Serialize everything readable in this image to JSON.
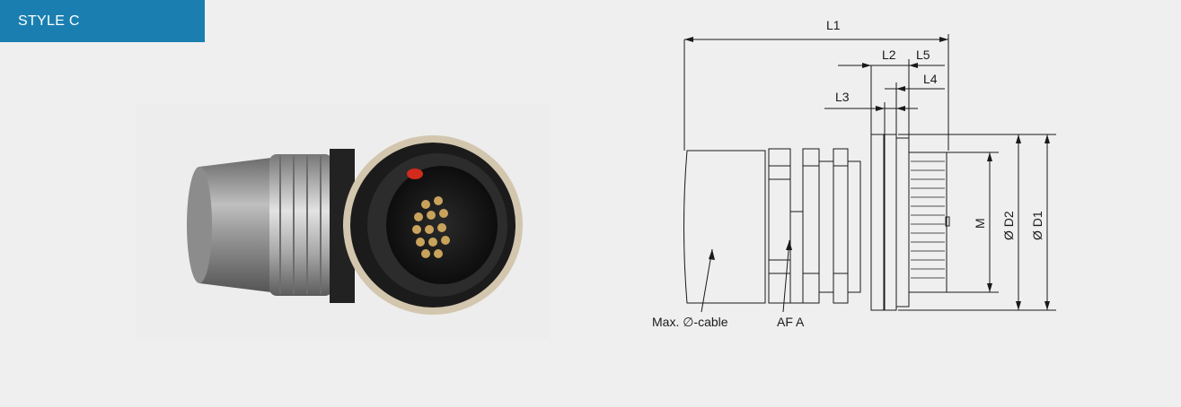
{
  "style_tab": {
    "label": "STYLE C",
    "color": "#1a7fb0"
  },
  "dimensions": {
    "l1": "L1",
    "l2": "L2",
    "l3": "L3",
    "l4": "L4",
    "l5": "L5",
    "m": "M",
    "d2": "Ø D2",
    "d1": "Ø D1"
  },
  "callouts": {
    "cable": "Max. ∅-cable",
    "af": "AF A"
  }
}
